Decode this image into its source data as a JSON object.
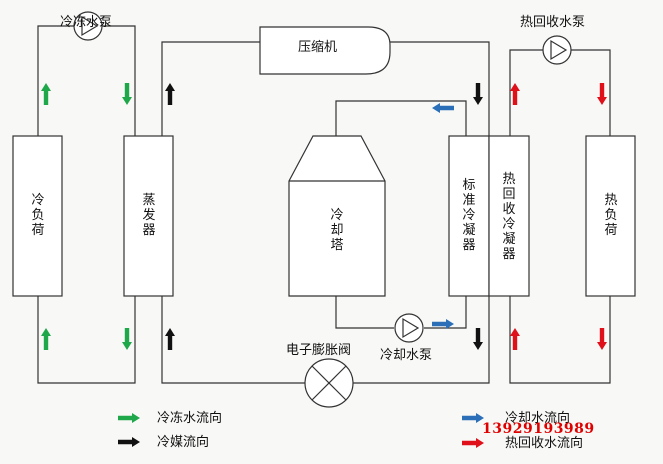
{
  "components": {
    "chilled_pump": "冷冻水泵",
    "heat_recovery_pump": "热回收水泵",
    "compressor": "压缩机",
    "cold_load": "冷负荷",
    "evaporator": "蒸发器",
    "cooling_tower": "冷却塔",
    "std_condenser": "标准冷凝器",
    "hr_condenser": "热回收冷凝器",
    "heat_load": "热负荷",
    "expansion_valve": "电子膨胀阀",
    "cooling_pump": "冷却水泵"
  },
  "legend": {
    "chilled_water": "冷冻水流向",
    "refrigerant": "冷媒流向",
    "cooling_water": "冷却水流向",
    "hot_water": "热回收水流向"
  },
  "watermark": "13929193989",
  "colors": {
    "chilled_water": "#1fa84a",
    "refrigerant": "#111111",
    "cooling_water": "#2a6fb8",
    "hot_water": "#e0101a",
    "watermark": "#e00000"
  }
}
